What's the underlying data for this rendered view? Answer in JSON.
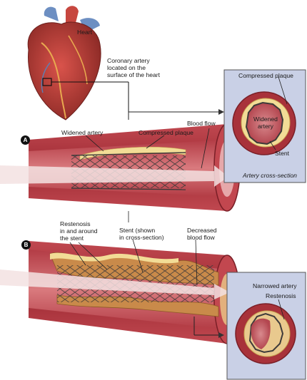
{
  "labels": {
    "heart": "Heart",
    "coronary": "Coronary artery\nlocated on the\nsurface of the heart",
    "widened_artery": "Widened artery",
    "compressed_plaque_top": "Compressed plaque",
    "blood_flow": "Blood flow",
    "compressed_plaque_inset": "Compressed plaque",
    "widened_artery_inset": "Widened\nartery",
    "stent_inset": "Stent",
    "artery_cross_section": "Artery cross-section",
    "restenosis_around": "Restenosis\nin and around\nthe stent",
    "stent_cross_section": "Stent (shown\nin cross-section)",
    "decreased_flow": "Decreased\nblood flow",
    "narrowed_artery": "Narrowed artery",
    "restenosis_inset": "Restenosis"
  },
  "badges": {
    "a": "A",
    "b": "B"
  },
  "colors": {
    "artery_wall": "#a8323a",
    "artery_dark": "#7a1f27",
    "plaque": "#f2dc96",
    "restenosis": "#c98a4a",
    "inset_bg": "#c9d0e6",
    "stent": "#3d3a3a",
    "flow_arrow": "#f3e2e2"
  }
}
